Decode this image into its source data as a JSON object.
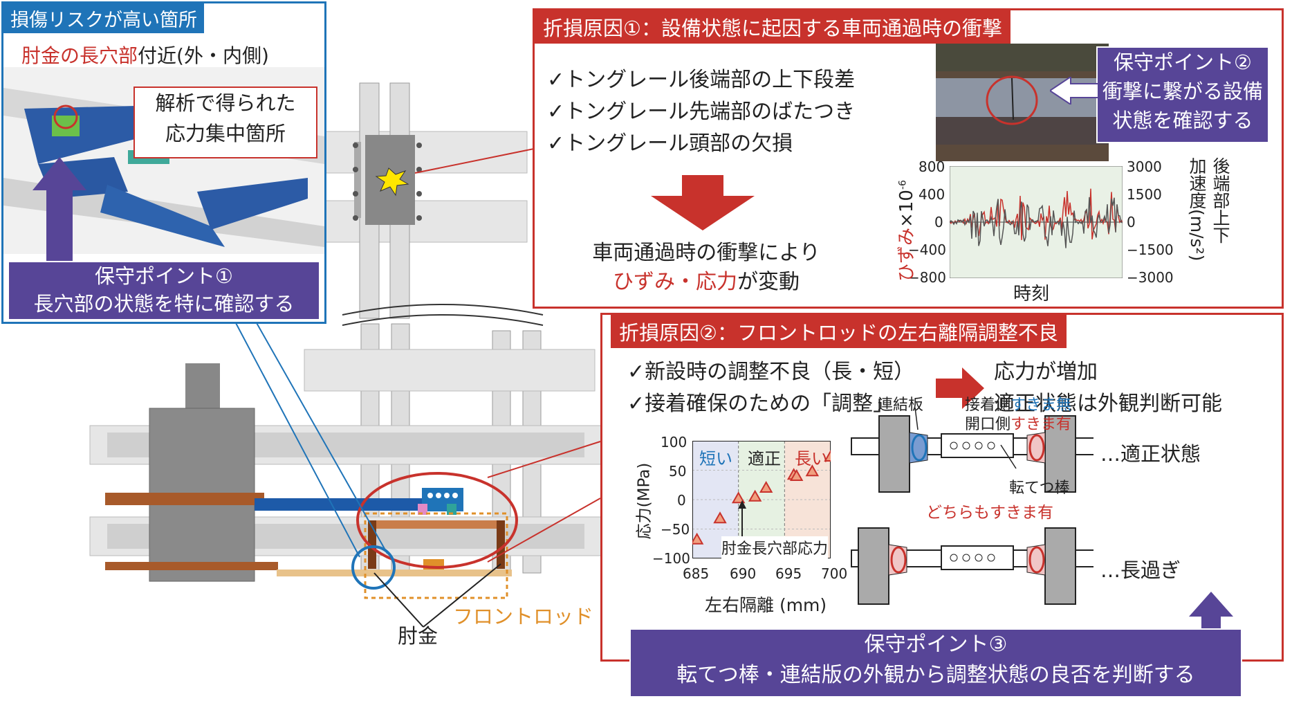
{
  "colors": {
    "red": "#c8322c",
    "blue": "#1f74b8",
    "purple": "#574597",
    "orange": "#e0902a"
  },
  "risk_panel": {
    "title": "損傷リスクが高い箇所",
    "subtitle_red": "肘金の長穴部",
    "subtitle_rest": "付近(外・内側)",
    "analysis_label_1": "解析で得られた",
    "analysis_label_2": "応力集中箇所",
    "maintenance_1_title": "保守ポイント①",
    "maintenance_1_text": "長穴部の状態を特に確認する"
  },
  "cause1": {
    "title": "折損原因①：設備状態に起因する車両通過時の衝撃",
    "checks": [
      "✓トングレール後端部の上下段差",
      "✓トングレール先端部のばたつき",
      "✓トングレール頭部の欠損"
    ],
    "result_line1": "車両通過時の衝撃により",
    "result_red": "ひずみ・応力",
    "result_rest": "が変動",
    "maintenance_2_title": "保守ポイント②",
    "maintenance_2_line1": "衝撃に繋がる設備",
    "maintenance_2_line2": "状態を確認する"
  },
  "strain_chart": {
    "ylabel_red": "ひずみ",
    "ylabel_rest": "×10",
    "ylabel_exp": "-6",
    "y_left_ticks": [
      "800",
      "400",
      "0",
      "−400",
      "−800"
    ],
    "y_right_ticks": [
      "3000",
      "1500",
      "0",
      "−1500",
      "−3000"
    ],
    "y2label_1": "後端部上下",
    "y2label_2": "加速度(m/s²)",
    "xlabel": "時刻"
  },
  "cause2": {
    "title": "折損原因②：フロントロッドの左右離隔調整不良",
    "checks": [
      "✓新設時の調整不良（長・短）",
      "✓接着確保のための「調整」"
    ],
    "result_1": "応力が増加",
    "result_2": "適正状態は外観判断可能"
  },
  "chart_data": {
    "type": "scatter",
    "xlabel": "左右隔離 (mm)",
    "ylabel": "応力(MPa)",
    "xlim": [
      685,
      700
    ],
    "ylim": [
      -100,
      100
    ],
    "x_ticks": [
      "685",
      "690",
      "695",
      "700"
    ],
    "y_ticks": [
      "100",
      "50",
      "0",
      "−50",
      "−100"
    ],
    "regions": [
      {
        "label": "短い",
        "from": 685,
        "to": 690,
        "color": "#e3e6f4"
      },
      {
        "label": "適正",
        "from": 690,
        "to": 695,
        "color": "#e6f1e2"
      },
      {
        "label": "長い",
        "from": 695,
        "to": 700,
        "color": "#f7e3d8"
      }
    ],
    "series": [
      {
        "points": [
          [
            685.5,
            -68
          ],
          [
            688,
            -32
          ],
          [
            690,
            2
          ],
          [
            691.8,
            5
          ],
          [
            693,
            20
          ],
          [
            696,
            42
          ],
          [
            696.3,
            40
          ],
          [
            698,
            48
          ],
          [
            700,
            73
          ]
        ]
      }
    ],
    "annotation": "肘金長穴部応力"
  },
  "gap_diagram": {
    "label_plate": "連結板",
    "label_contact": "接着側",
    "label_contact_blue": "すきま無",
    "label_open": "開口側",
    "label_open_red": "すきま有",
    "label_rod": "転てつ棒",
    "state_ok": "…適正状態",
    "label_both": "どちらもすきま有",
    "state_long": "…長過ぎ"
  },
  "maintenance_3": {
    "title": "保守ポイント③",
    "text": "転てつ棒・連結版の外観から調整状態の良否を判断する"
  },
  "layout_labels": {
    "front_rod": "フロントロッド",
    "elbow": "肘金"
  }
}
